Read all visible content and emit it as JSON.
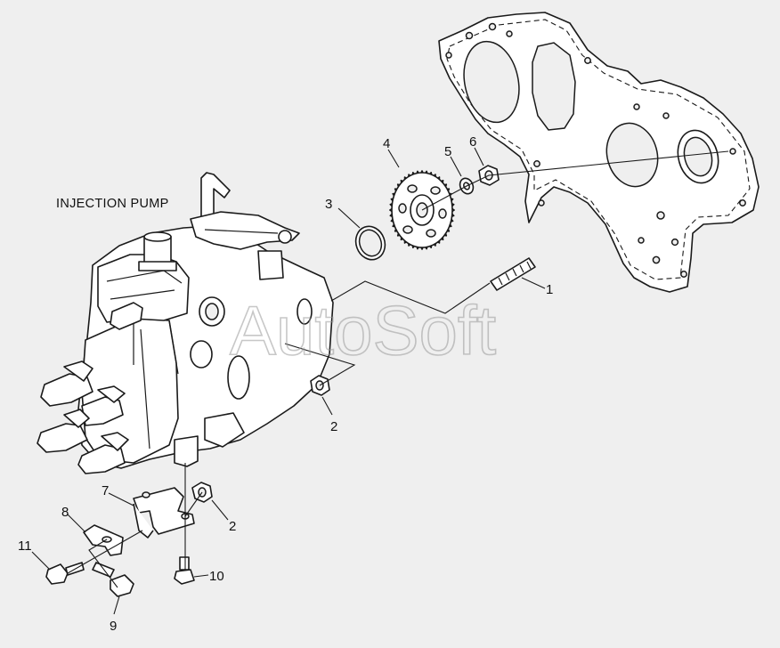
{
  "diagram": {
    "title": "INJECTION PUMP",
    "watermark": "AutoSoft",
    "callouts": {
      "c1": "1",
      "c2a": "2",
      "c2b": "2",
      "c3": "3",
      "c4": "4",
      "c5": "5",
      "c6": "6",
      "c7": "7",
      "c8": "8",
      "c9": "9",
      "c10": "10",
      "c11": "11"
    }
  },
  "colors": {
    "background": "#efefef",
    "line": "#1a1a1a",
    "watermark": "#9a9a9a"
  }
}
